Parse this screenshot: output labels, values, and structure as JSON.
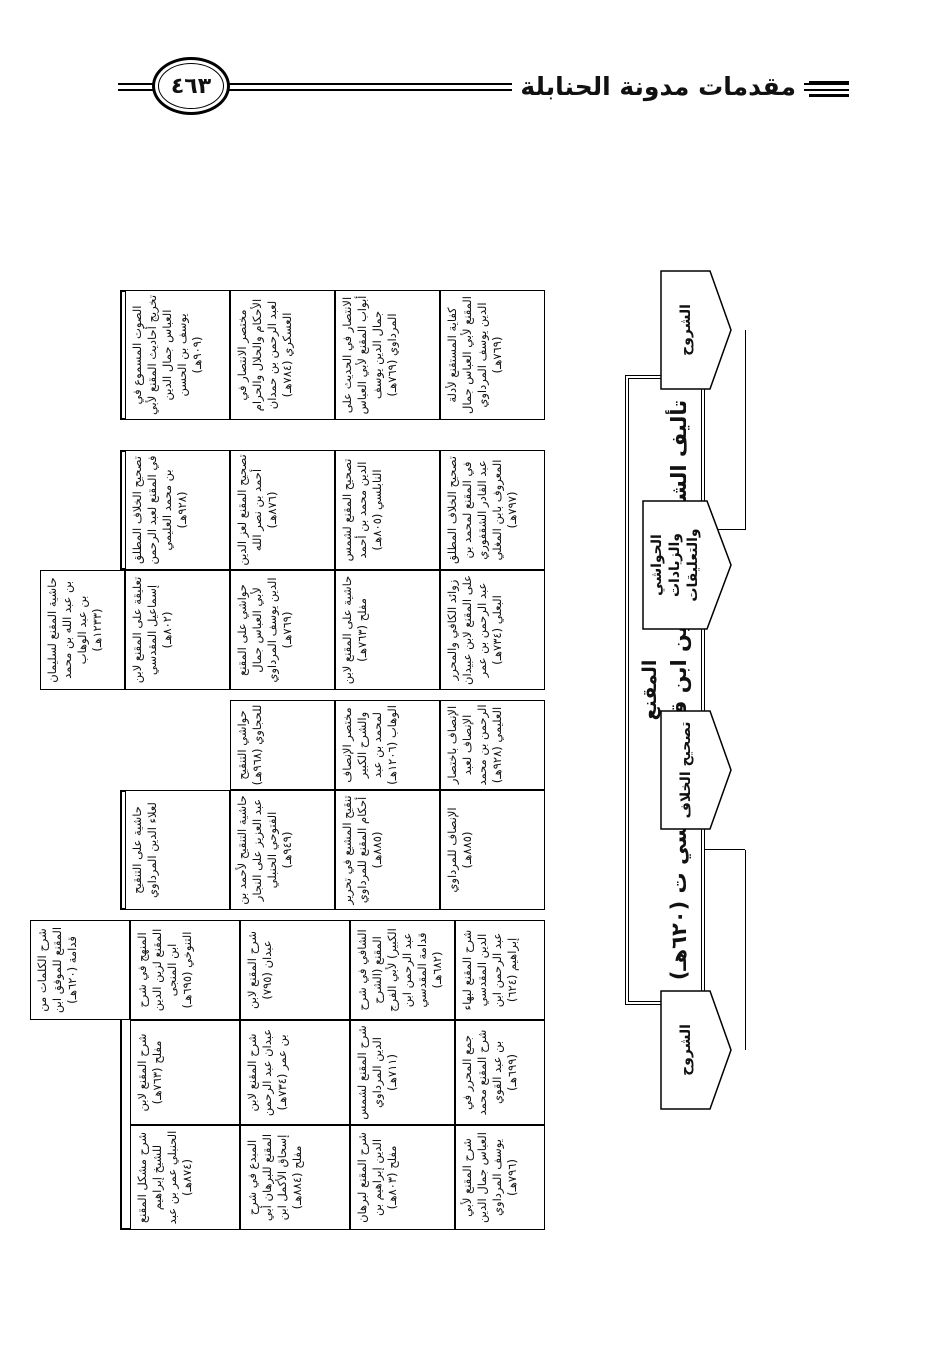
{
  "header": {
    "title": "مقدمات مدونة الحنابلة",
    "page_number": "٤٦٣"
  },
  "center": {
    "line1": "المقنع",
    "line2": "تأليف الشيخ موفق الدين ابن قدامة المقدسي ت (٦٢٠هـ)"
  },
  "labels": {
    "sharh_left": "الشروح",
    "tashih": "تصحيح الخلاف",
    "hawashi": "الحواشي والزيادات والتعليقات",
    "sharh_right": "الشروح"
  },
  "groups": {
    "g1": [
      "شرح المقنع لبهاء الدين المقدسي عبد الرحمن ابن إبراهيم (٦٢٤)",
      "جمع المحرر في شرح المقنع محمد بن عبد القوي (٦٩٩هـ)",
      "شرح المقنع لأبي العباس جمال الدين يوسف المرداوي (٧٩٦هـ)",
      "الشافي في شرح المقنع (الشرح الكبير) لأبي الفرج عبد الرحمن ابن قدامة المقدسي (٦٨٢هـ)",
      "شرح المقنع لشمس الدين المرداوي (٧١١هـ)",
      "شرح المقنع لبرهان الدين إبراهيم بن مفلح (٨٠٣هـ)",
      "شرح المقنع لابن عبدان (٧٩٥)",
      "شرح المقنع لابن عبدان عبد الرحمن بن عمر (٧٣٤هـ)",
      "المبدع في شرح المقنع للبرهان أبي إسحاق الأكمل ابن مفلح (٨٨٤هـ)",
      "المنهج في شرح المقنع لزين الدين ابن المنجى التنوخي (٦٩٥هـ)",
      "شرح المقنع لابن مفلح (٧٦٣هـ)",
      "شرح مشكل المقنع للشيخ إبراهيم الحنبلي عمر بن عبد (٨٧٤هـ)",
      "شرح الكلمات من المقنع للموفق ابن قدامة (٦٢٠هـ)"
    ],
    "g2": [
      "الإنصاف للمرداوي (٨٨٥هـ)",
      "تنقيح المشبع في تحرير أحكام المقنع للمرداوي (٨٨٥هـ)",
      "حاشية التنقيح لأحمد بن عبد العزيز على النجار الفتوحي الحنبلي (٩٤٩هـ)",
      "حاشية على التنقيح لعلاء الدين المرداوي"
    ],
    "g3": [
      "الإنصاف باختصار الإنصاف لعبد الرحمن بن محمد العليمي (٩٢٨هـ)",
      "مختصر الإنصاف والشرح الكبير لمحمد بن عبد الوهاب (١٢٠٦هـ)",
      "حواشي التنقيح للحجاوي (٩٦٨هـ)"
    ],
    "g4": [
      "زوائد الكافي والمحرر على المقنع لابن عبيدان عبد الرحمن بن عمر البعلي (٧٣٤هـ)",
      "حاشية على المقنع لابن مفلح (٧٦٣هـ)",
      "حواشي على المقنع لأبي العباس جمال الدين يوسف المرداوي (٧٦٩هـ)",
      "تعليقة على المقنع لابن إسماعيل المقدسي (٨٠٢هـ)",
      "حاشية المقنع لسليمان بن عبد الله بن محمد بن عبد الوهاب (١٢٣٣هـ)"
    ],
    "g5": [
      "تصحيح الخلاف المطلق في المقنع لمحمد بن عبد القادر الشقفوري المعروف بابن المغلي (٧٩٧هـ)",
      "تصحيح المقنع لشمس الدين محمد بن أحمد النابلسي (٨٠٥هـ)",
      "تصحيح المقنع لعز الدين أحمد بن نصر الله (٨٧٦هـ)",
      "تصحيح الخلاف المطلق في المقنع لعبد الرحمن بن محمد العليمي (٩٢٨هـ)"
    ],
    "g6": [
      "كفاية المستقنع لأدلة المقنع لأبي العباس جمال الدين يوسف المرداوي (٧٦٩هـ)",
      "الانتصار في الحديث على أبواب المقنع لأبي العباس جمال الدين يوسف المرداوي (٧٦٩هـ)",
      "مختصر الانتصار في الأحكام والحلال والحرام لعبد الرحمن بن حمدان العسكري (٧٨٤هـ)",
      "الصوت المسموع في تخريج أحاديث المقنع لأبي العباس جمال الدين يوسف بن الحسن (٩٠٩هـ)"
    ]
  }
}
